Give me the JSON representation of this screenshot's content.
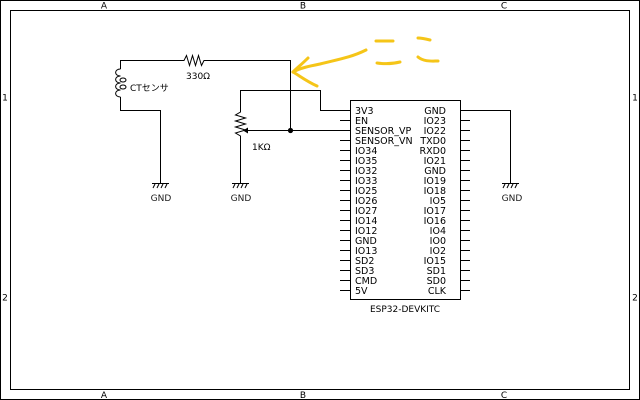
{
  "sheet": {
    "columns": [
      "A",
      "B",
      "C"
    ],
    "rows": [
      "1",
      "2"
    ]
  },
  "components": {
    "ct_sensor": {
      "label": "CTセンサ",
      "type": "inductor"
    },
    "resistor": {
      "label": "330Ω",
      "type": "resistor"
    },
    "potentiometer": {
      "label": "1KΩ",
      "type": "potentiometer"
    },
    "grounds": [
      {
        "label": "GND"
      },
      {
        "label": "GND"
      },
      {
        "label": "GND"
      }
    ],
    "module": {
      "name": "ESP32-DEVKITC",
      "left_pins": [
        "3V3",
        "EN",
        "SENSOR_VP",
        "SENSOR_VN",
        "IO34",
        "IO35",
        "IO32",
        "IO33",
        "IO25",
        "IO26",
        "IO27",
        "IO14",
        "IO12",
        "GND",
        "IO13",
        "SD2",
        "SD3",
        "CMD",
        "5V"
      ],
      "right_pins": [
        "GND",
        "IO23",
        "IO22",
        "TXD0",
        "RXD0",
        "IO21",
        "GND",
        "IO19",
        "IO18",
        "IO5",
        "IO17",
        "IO16",
        "IO4",
        "IO0",
        "IO2",
        "IO15",
        "SD1",
        "SD0",
        "CLK"
      ]
    }
  },
  "annotation": {
    "text": "ここ",
    "color": "#f5c518",
    "type": "handwritten-arrow"
  }
}
